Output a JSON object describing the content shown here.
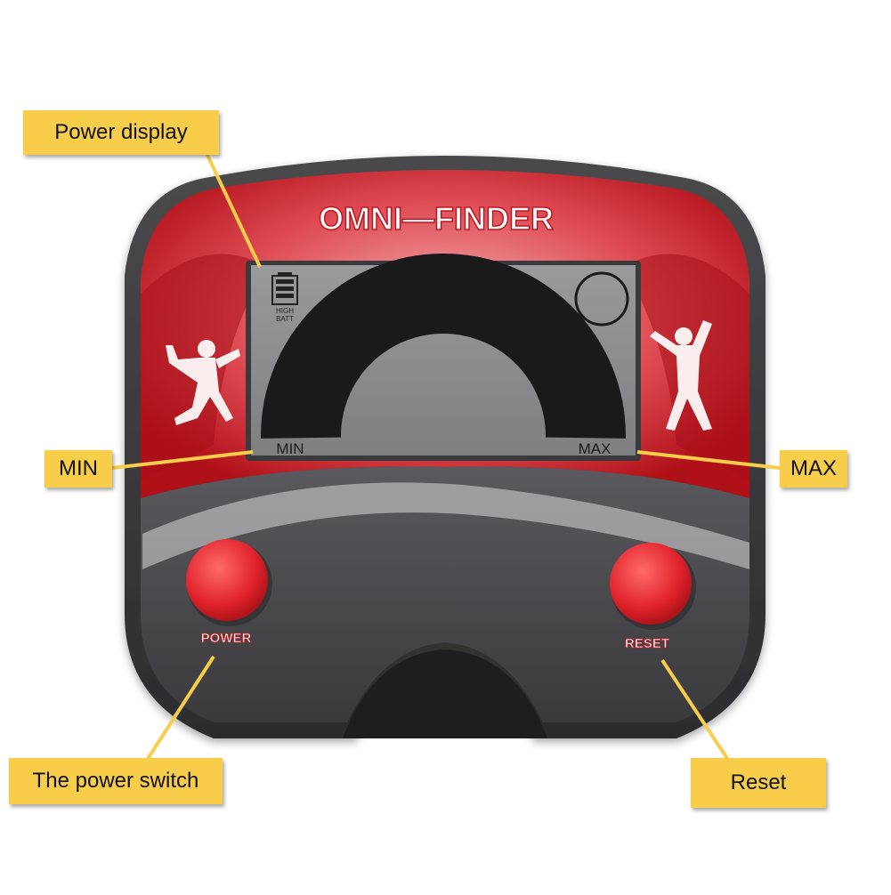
{
  "device": {
    "brand": "OMNI—FINDER",
    "lcd": {
      "battery_label_line1": "HIGH",
      "battery_label_line2": "BATT",
      "min_label": "MIN",
      "max_label": "MAX",
      "signal_segments": 16
    },
    "buttons": {
      "power_label": "POWER",
      "reset_label": "RESET"
    },
    "colors": {
      "body": "#3c3c3e",
      "accent": "#e0222b",
      "lcd": "#8d8d8f",
      "callout": "#f7cd4a"
    }
  },
  "callouts": {
    "power_display": "Power display",
    "min": "MIN",
    "max": "MAX",
    "power_switch": "The power switch",
    "reset": "Reset"
  }
}
